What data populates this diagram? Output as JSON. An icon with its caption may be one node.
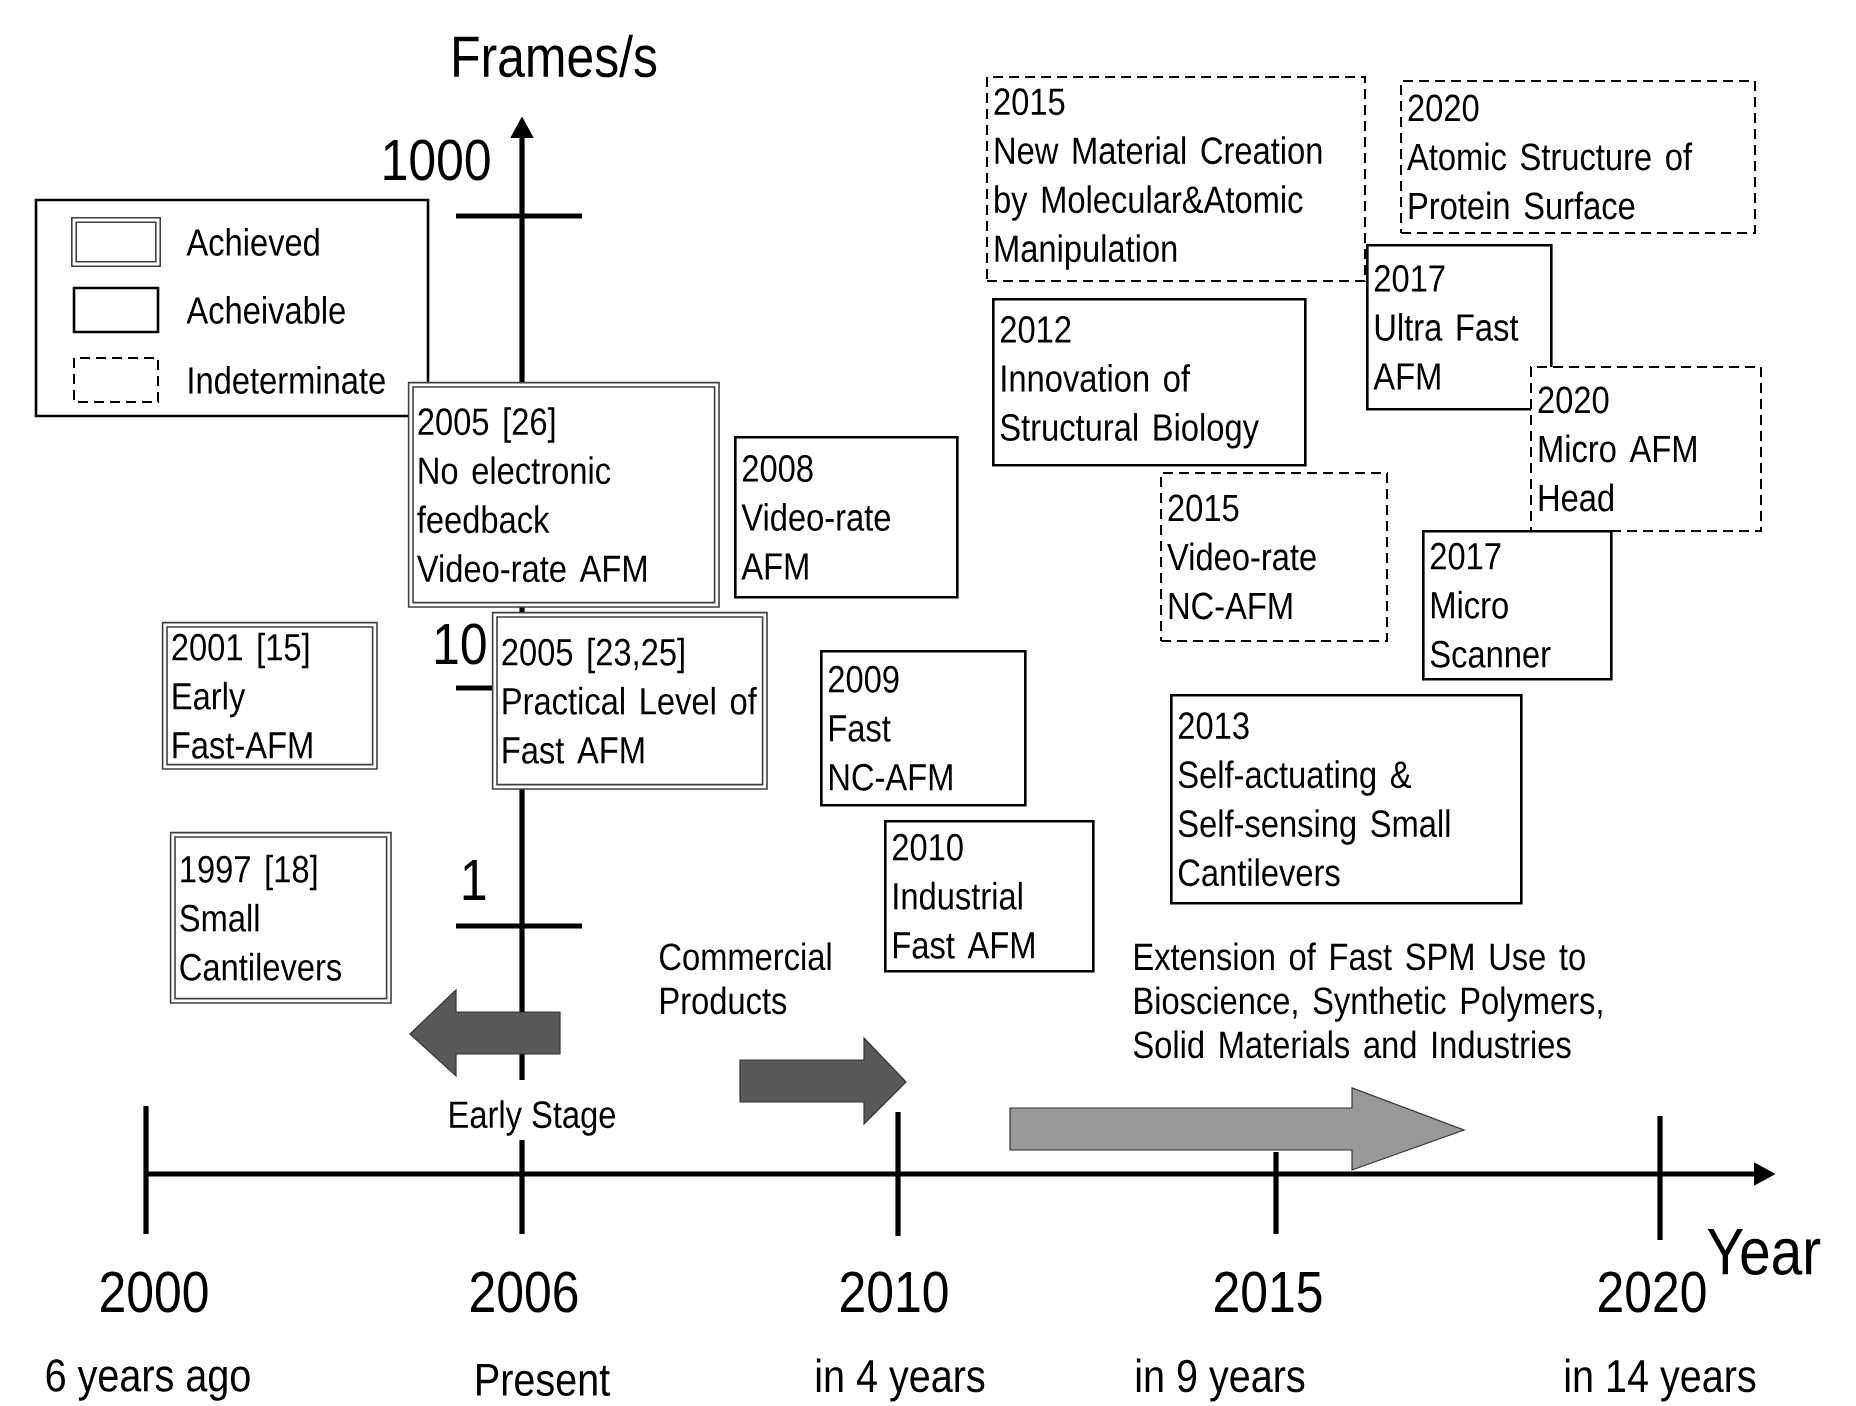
{
  "diagram": {
    "nodes": [
      {
        "text": [
          "2005 [26]",
          "No electronic feedback Video-rate AFM"
        ]
      },
      {
        "text": [
          "2008",
          "Video-rate AFM"
        ]
      },
      {
        "text": [
          "2001 [15]",
          "Early Fast-AFM"
        ]
      },
      {
        "text": [
          "2005 [23,25]",
          "Practical Level of Fast AFM"
        ]
      },
      {
        "text": [
          "2009",
          "Fast NC-AFM"
        ]
      },
      {
        "text": [
          "2010",
          "Industrial Fast AFM"
        ]
      },
      {
        "text": [
          "1997 [18]",
          "Small Cantilevers"
        ]
      },
      {
        "text": [
          "2015",
          "New Material Creation by Molecular&Atomic Manipulation"
        ]
      },
      {
        "text": [
          "2020",
          "Atomic Structure of Protein Surface"
        ]
      },
      {
        "text": [
          "2012",
          "Innovation of Structural Biology"
        ]
      },
      {
        "text": [
          "2017",
          "Ultra Fast AFM"
        ]
      },
      {
        "text": [
          "2020",
          "Micro AFM Head"
        ]
      },
      {
        "text": [
          "2015",
          "Video-rate NC-AFM"
        ]
      },
      {
        "text": [
          "2017",
          "Micro Scanner"
        ]
      },
      {
        "text": [
          "2013",
          "Self-actuating & Self-sensing Small Cantilevers"
        ]
      }
    ],
    "labels": [
      "Frames/s",
      "1000",
      "10",
      "1",
      "Commercial Products",
      "Extension of Fast SPM Use to Bioscience, Synthetic Polymers, Solid Materials and Industries",
      "Early Stage",
      "2000",
      "2006",
      "2010",
      "2015",
      "2020",
      "Year",
      "6 years ago",
      "Present",
      "in 4 years",
      "in 9 years",
      "in 14 years"
    ],
    "legend": [
      {
        "text": "Achieved"
      },
      {
        "text": "Acheivable"
      },
      {
        "text": "Indeterminate"
      }
    ]
  }
}
